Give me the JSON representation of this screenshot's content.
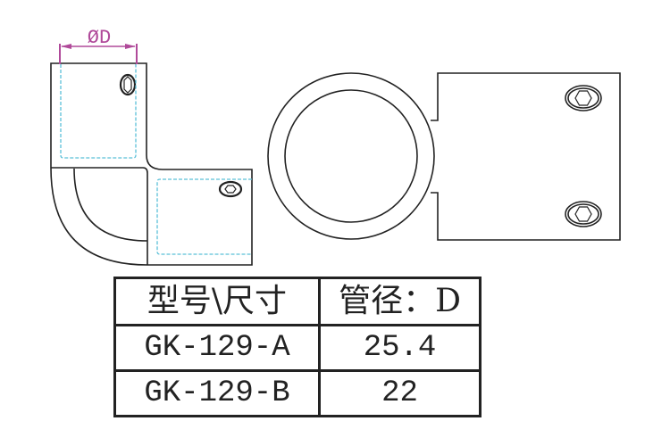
{
  "drawing": {
    "dimension_label": "ØD",
    "colors": {
      "dimension": "#b04a9a",
      "hidden_line": "#5bc0d8",
      "outline": "#222222"
    }
  },
  "table": {
    "headers": [
      "型号\\尺寸",
      "管径：D"
    ],
    "rows": [
      [
        "GK-129-A",
        "25.4"
      ],
      [
        "GK-129-B",
        "22"
      ]
    ]
  }
}
